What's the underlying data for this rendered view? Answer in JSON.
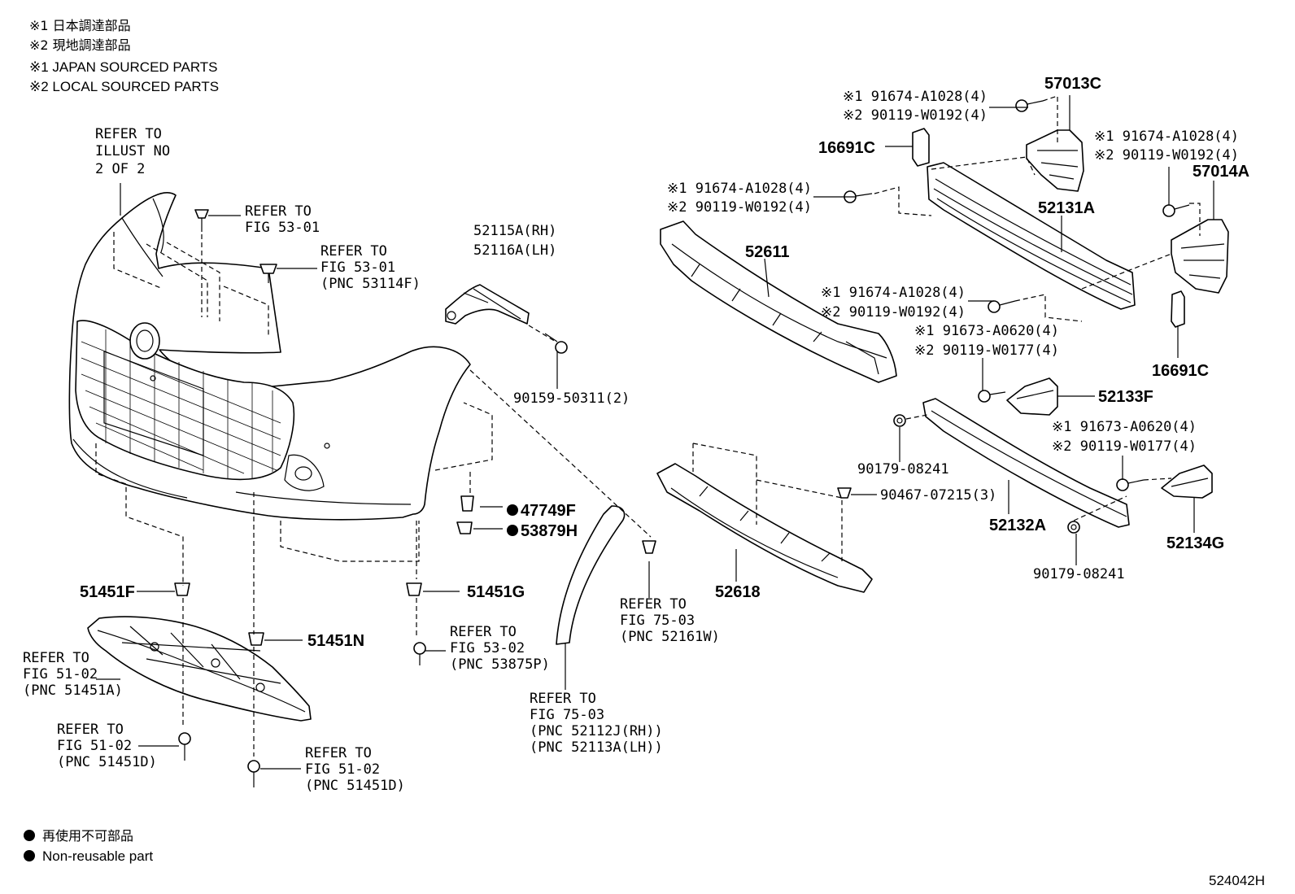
{
  "legend": {
    "jp1": "※1 日本調達部品",
    "jp2": "※2 現地調達部品",
    "en1": "※1 JAPAN SOURCED PARTS",
    "en2": "※2 LOCAL SOURCED PARTS",
    "nonreuse_jp": "再使用不可部品",
    "nonreuse_en": "Non-reusable part"
  },
  "figure_code": "524042H",
  "refs": {
    "illust": [
      "REFER TO",
      "ILLUST NO",
      "2 OF 2"
    ],
    "fig5301a": [
      "REFER TO",
      "FIG 53-01"
    ],
    "fig5301b": [
      "REFER TO",
      "FIG 53-01",
      "(PNC 53114F)"
    ],
    "fig5102a": [
      "REFER TO",
      "FIG 51-02",
      "(PNC 51451A)"
    ],
    "fig5102b": [
      "REFER TO",
      "FIG 51-02",
      "(PNC 51451D)"
    ],
    "fig5102c": [
      "REFER TO",
      "FIG 51-02",
      "(PNC 51451D)"
    ],
    "fig5302": [
      "REFER TO",
      "FIG 53-02",
      "(PNC 53875P)"
    ],
    "fig7503a": [
      "REFER TO",
      "FIG 75-03",
      "(PNC 52161W)"
    ],
    "fig7503b": [
      "REFER TO",
      "FIG 75-03",
      "(PNC 52112J(RH))",
      "(PNC 52113A(LH))"
    ]
  },
  "parts": {
    "p52115": "52115A(RH)",
    "p52116": "52116A(LH)",
    "p90159": "90159-50311(2)",
    "p47749": "47749F",
    "p53879": "53879H",
    "p51451F": "51451F",
    "p51451G": "51451G",
    "p51451N": "51451N",
    "p52611": "52611",
    "p52618": "52618",
    "p16691a": "16691C",
    "p16691b": "16691C",
    "p57013": "57013C",
    "p57014": "57014A",
    "p52131": "52131A",
    "p52132": "52132A",
    "p52133": "52133F",
    "p52134": "52134G",
    "p90179a": "90179-08241",
    "p90179b": "90179-08241",
    "p90467": "90467-07215(3)"
  },
  "alt": {
    "a1": [
      "※1 91674-A1028(4)",
      "※2 90119-W0192(4)"
    ],
    "a2": [
      "※1 91674-A1028(4)",
      "※2 90119-W0192(4)"
    ],
    "a3": [
      "※1 91674-A1028(4)",
      "※2 90119-W0192(4)"
    ],
    "a4": [
      "※1 91674-A1028(4)",
      "※2 90119-W0192(4)"
    ],
    "a5": [
      "※1 91673-A0620(4)",
      "※2 90119-W0177(4)"
    ],
    "a6": [
      "※1 91673-A0620(4)",
      "※2 90119-W0177(4)"
    ]
  }
}
